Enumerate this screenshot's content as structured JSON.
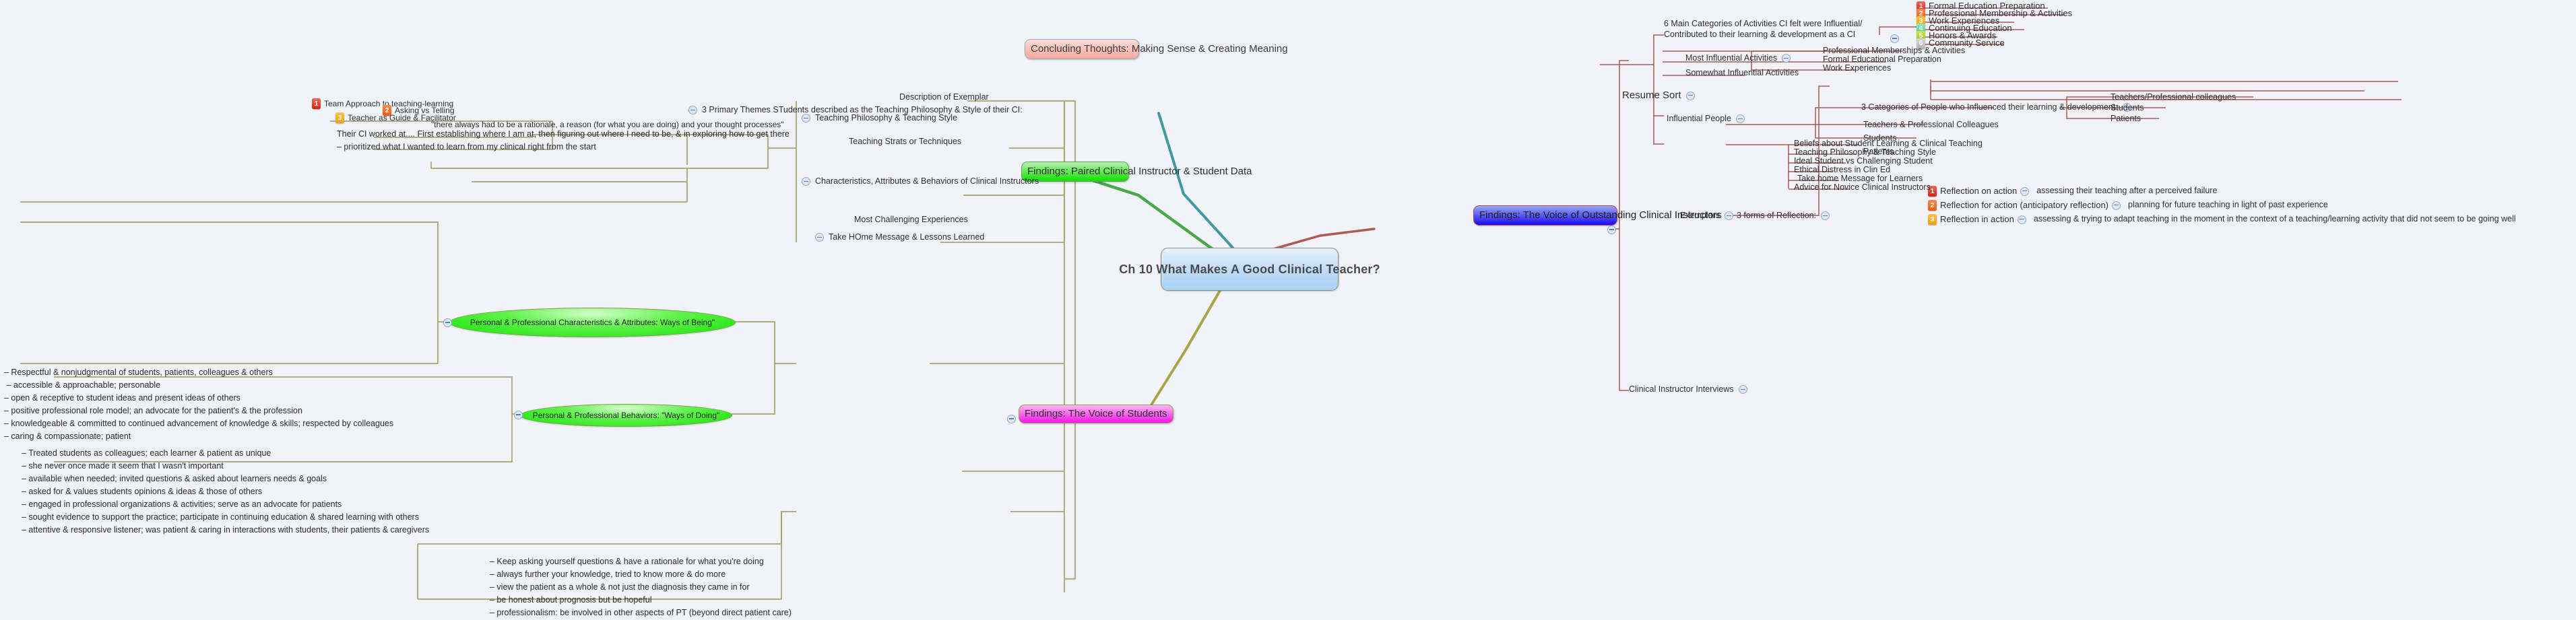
{
  "root": {
    "label": "Ch 10 What Makes A Good Clinical Teacher?"
  },
  "main_branches": {
    "concluding": "Concluding Thoughts: Making Sense & Creating Meaning",
    "paired": "Findings: Paired Clinical Instructor & Student Data",
    "voice_ci": "Findings: The Voice of Outstanding Clinical Instructors",
    "voice_students": "Findings: The Voice of Students"
  },
  "ci_branch": {
    "resume_sort": "Resume Sort",
    "six_categories_title": "6 Main Categories of Activities CI felt were Influential/ Contributed to their learning & development as a CI",
    "six_categories": [
      {
        "n": "1",
        "label": "Formal Education Preparation"
      },
      {
        "n": "2",
        "label": "Professional Membership & Activities"
      },
      {
        "n": "3",
        "label": "Work Experiences"
      },
      {
        "n": "4",
        "label": "Continuing Education"
      },
      {
        "n": "5",
        "label": "Honors & Awards"
      },
      {
        "n": "6",
        "label": "Community Service"
      }
    ],
    "most_influential_label": "Most Influential Activities",
    "most_influential": [
      "Professional Memberships & Activities",
      "Formal Educational Preparation",
      "Work Experiences"
    ],
    "somewhat_influential": "Somewhat Influential Activities",
    "interviews_label": "Clinical Instructor Interviews",
    "exemplars_label": "Exemplars",
    "three_forms_label": "3 forms of Reflection:",
    "reflections": [
      {
        "n": "1",
        "label": "Reflection on action",
        "desc": "assessing their teaching after a perceived failure"
      },
      {
        "n": "2",
        "label": "Reflection for action (anticipatory reflection)",
        "desc": "planning for future teaching in light of past experience"
      },
      {
        "n": "3",
        "label": "Reflection in action",
        "desc": "assessing & trying to adapt teaching in the moment in the context of a teaching/learning activity that did not seem to be going well"
      }
    ],
    "influential_people_label": "Influential People",
    "three_categories_label": "3 Categories of People who Influenced their learning & development:",
    "three_categories": [
      "Teachers/Professional colleagues",
      "Students",
      "Patients"
    ],
    "people_children": [
      "Teachers & Professional Colleagues",
      "Students",
      "Patients"
    ],
    "interview_topics": [
      "Beliefs about Student Learning & Clinical Teaching",
      "Teaching Philosophy & Teaching Style",
      "Ideal Student vs Challenging Student",
      "Ethical Distress in Clin Ed",
      "Take home Message for Learners",
      "Advice for Novice Clinical Instructors"
    ]
  },
  "students_branch": {
    "description_of_exemplar": "Description of Exemplar",
    "teaching_philosophy": "Teaching Philosophy & Teaching Style",
    "teaching_strats": "Teaching Strats or Techniques",
    "characteristics": "Characteristics, Attributes & Behaviors of Clinical Instructors",
    "most_challenging": "Most Challenging Experiences",
    "take_home": "Take HOme Message & Lessons Learned",
    "three_themes_label": "3 Primary Themes STudents described as the Teaching Philosophy & Style of their CI:",
    "themes": [
      {
        "n": "1",
        "label": "Team Approach to teaching-learning"
      },
      {
        "n": "2",
        "label": "Asking vs Telling"
      },
      {
        "n": "3",
        "label": "Teacher as Guide & Facilitator"
      }
    ],
    "quote": "\"there always had to be a rationale, a reason (for what you are doing) and your thought processes\"",
    "ci_worked_at": "Their CI worked at.... First establishing where I am at, then figuring out where I need to be, & in exploring how to get there\n– prioritized what I wanted to learn from my clinical right from the start",
    "ways_of_being_label": "Personal & Professional Characteristics & Attributes: Ways of Being\"",
    "ways_of_being_list": "– Respectful & nonjudgmental of students, patients, colleagues & others\n – accessible & approachable; personable\n– open & receptive to student ideas and present ideas of others\n– positive professional role model; an advocate for the patient's & the profession\n– knowledgeable & committed to continued advancement of knowledge & skills; respected by colleagues\n– caring & compassionate; patient",
    "ways_of_doing_label": "Personal & Professional Behaviors:  \"Ways of Doing\"",
    "ways_of_doing_list": "– Treated students as colleagues; each learner & patient as unique\n– she never once made it seem that I wasn't important\n– available when needed; invited questions & asked about learners needs & goals\n– asked for & values students opinions & ideas & those of others\n– engaged in professional organizations & activities; serve as an advocate for patients\n– sought evidence to support the practice; participate in continuing education & shared learning with others\n– attentive & responsive listener; was patient & caring in interactions with students, their patients & caregivers",
    "lessons_list": "– Keep asking yourself questions & have a rationale for what you're doing\n– always further your knowledge, tried to know more & do more\n– view the patient as a whole & not just the diagnosis they came in for\n– be honest about prognosis but be hopeful\n– professionalism: be involved in other aspects of PT (beyond direct patient care)"
  },
  "colors": {
    "ci_line": "#a85a55",
    "student_line": "#9a9a55",
    "root_teal": "#3f9aa0",
    "root_green": "#4aa84a",
    "root_red": "#b05a55",
    "root_olive": "#a8a44a"
  }
}
